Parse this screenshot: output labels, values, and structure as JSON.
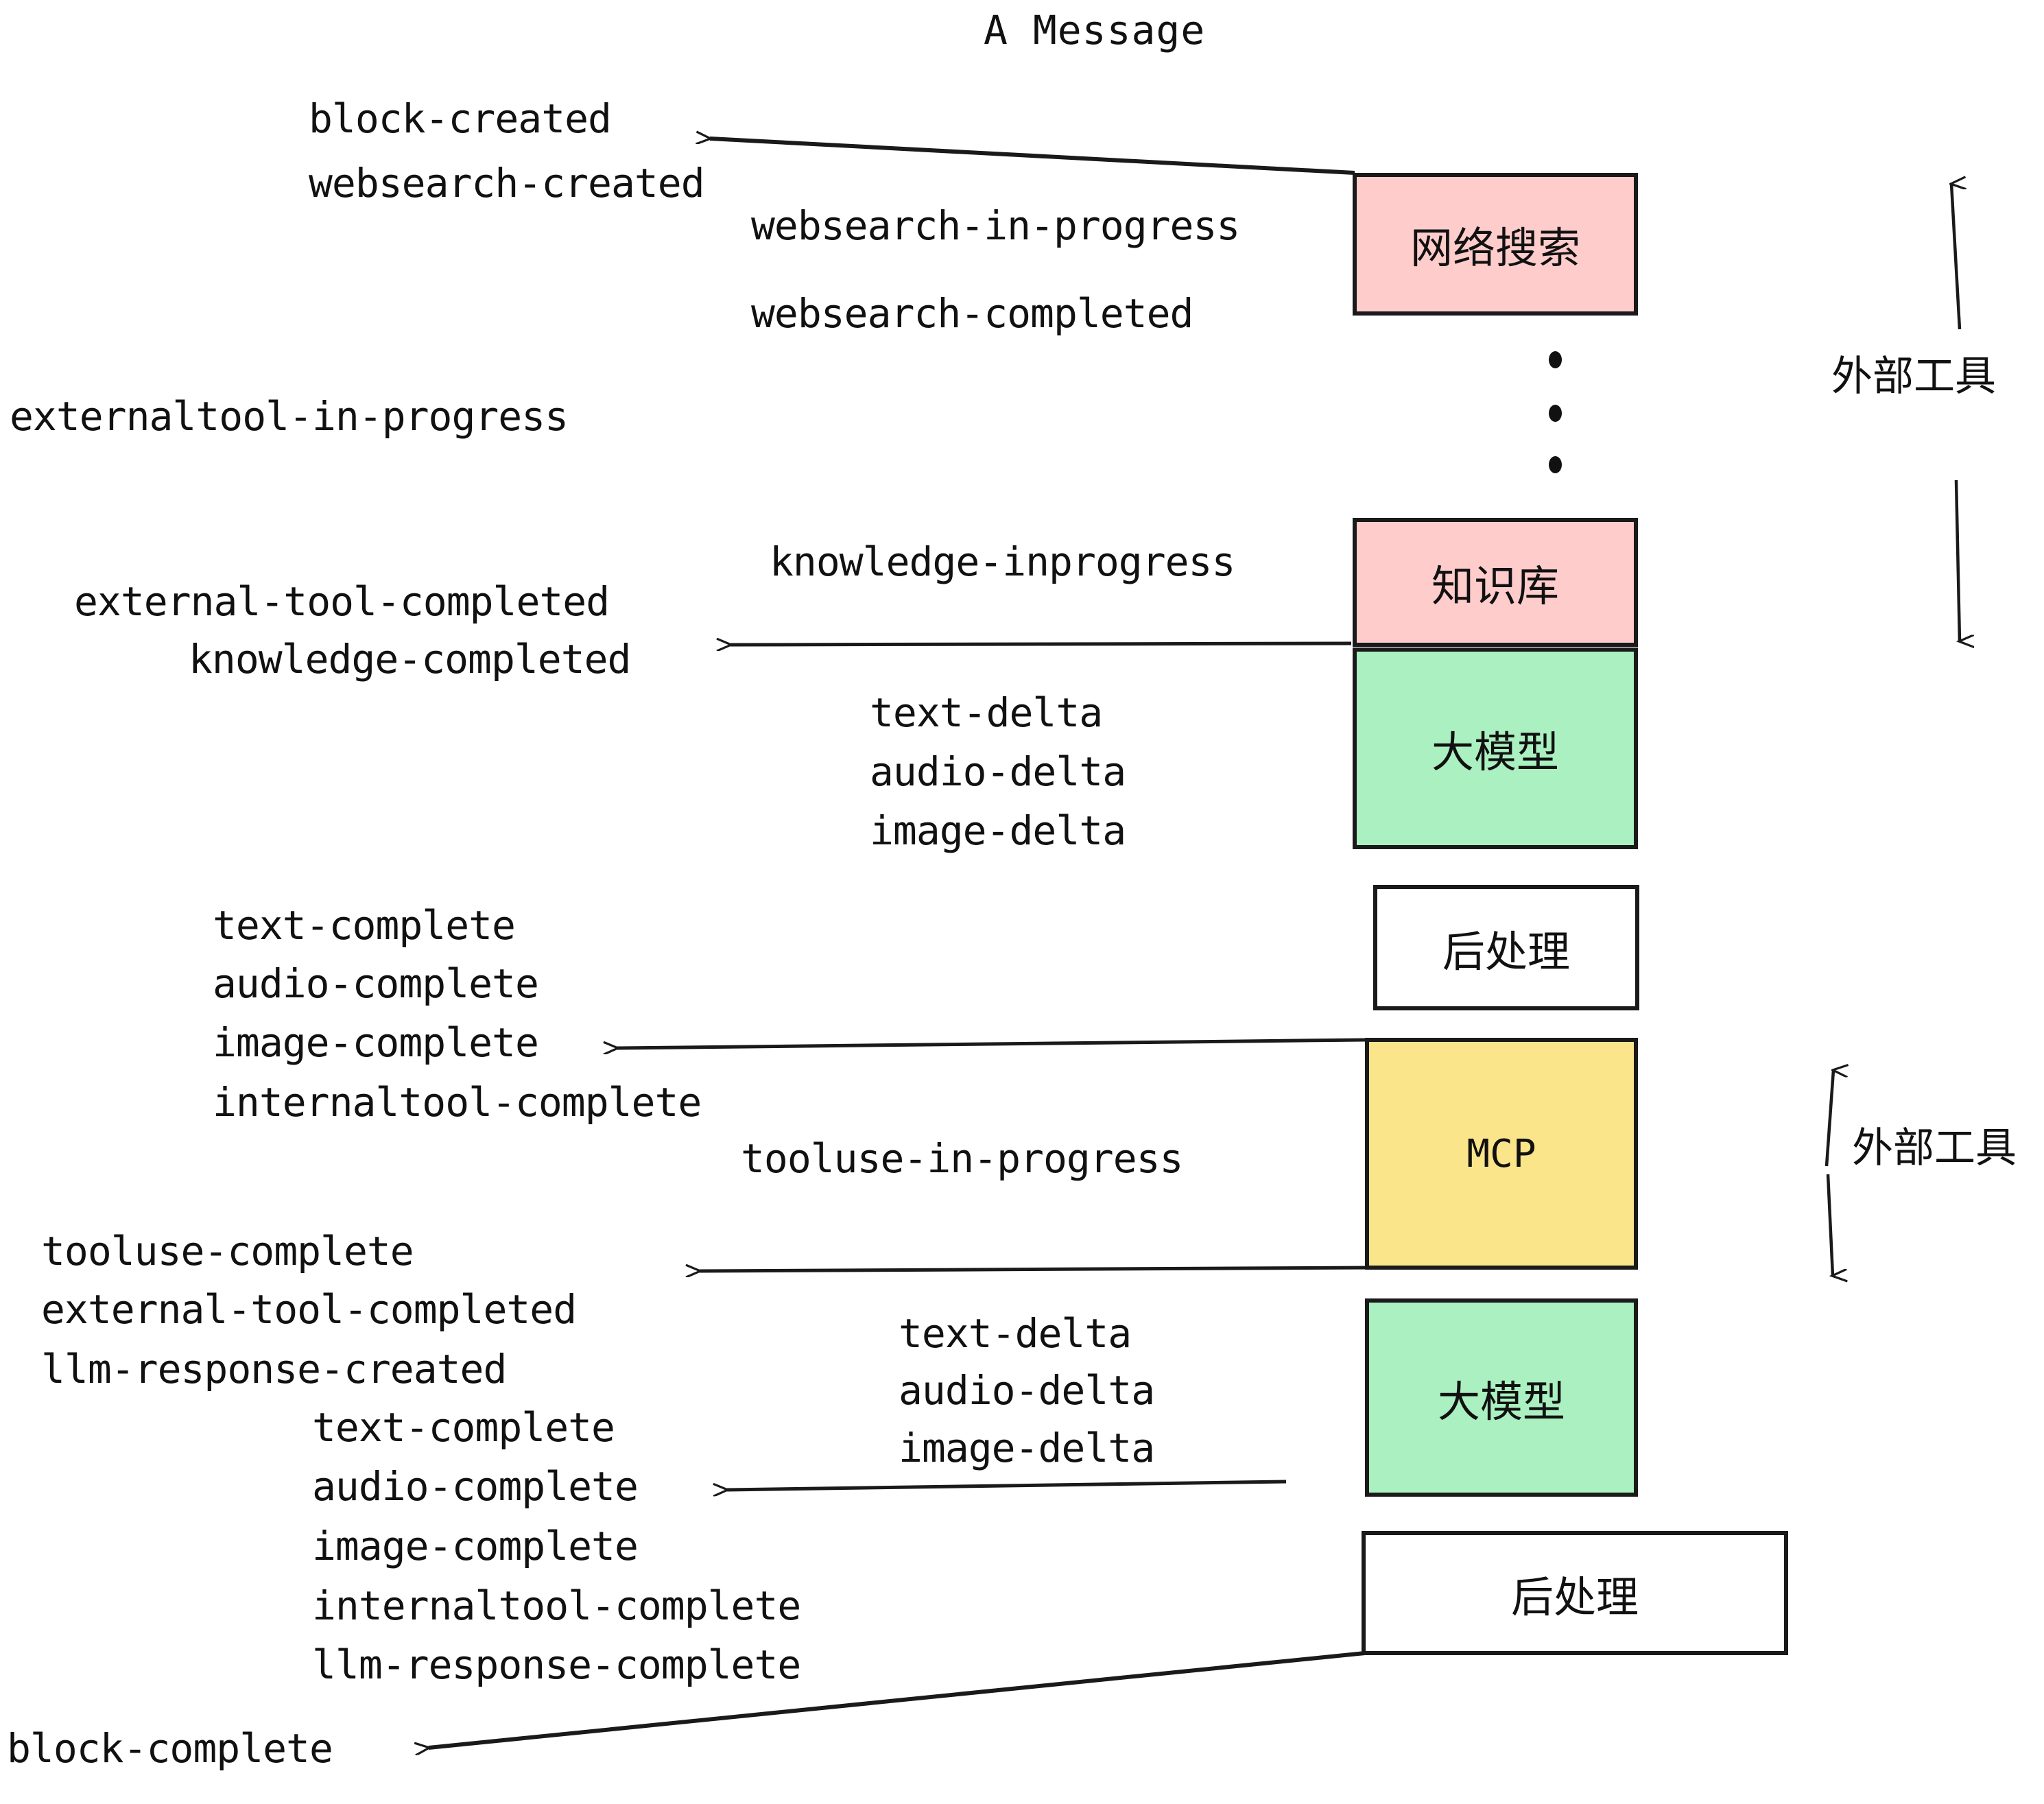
{
  "title": "A Message",
  "colors": {
    "pink": "#FFCCCC",
    "green": "#AAF0C0",
    "yellow": "#FBE58A",
    "white": "#FFFFFF",
    "stroke": "#1A1A1A",
    "text": "#111111"
  },
  "boxes": [
    {
      "id": "websearch",
      "label": "网络搜索",
      "fill": "#FFCCCC"
    },
    {
      "id": "knowledge",
      "label": "知识库",
      "fill": "#FFCCCC"
    },
    {
      "id": "llm-1",
      "label": "大模型",
      "fill": "#AAF0C0"
    },
    {
      "id": "postprocess-1",
      "label": "后处理",
      "fill": "#FFFFFF"
    },
    {
      "id": "mcp",
      "label": "MCP",
      "fill": "#FBE58A"
    },
    {
      "id": "llm-2",
      "label": "大模型",
      "fill": "#AAF0C0"
    },
    {
      "id": "postprocess-2",
      "label": "后处理",
      "fill": "#FFFFFF"
    }
  ],
  "side_labels": [
    {
      "id": "external-tools-top",
      "label": "外部工具"
    },
    {
      "id": "external-tools-bottom",
      "label": "外部工具"
    }
  ],
  "events": {
    "block_created": "block-created",
    "websearch_created": "websearch-created",
    "websearch_in_progress": "websearch-in-progress",
    "websearch_completed": "websearch-completed",
    "externaltool_in_progress": "externaltool-in-progress",
    "knowledge_inprogress": "knowledge-inprogress",
    "external_tool_completed_1": "external-tool-completed",
    "knowledge_completed": "knowledge-completed",
    "text_delta_1": "text-delta",
    "audio_delta_1": "audio-delta",
    "image_delta_1": "image-delta",
    "text_complete_1": "text-complete",
    "audio_complete_1": "audio-complete",
    "image_complete_1": "image-complete",
    "internaltool_complete_1": "internaltool-complete",
    "tooluse_in_progress": "tooluse-in-progress",
    "tooluse_complete": "tooluse-complete",
    "external_tool_completed_2": "external-tool-completed",
    "llm_response_created": "llm-response-created",
    "text_delta_2": "text-delta",
    "audio_delta_2": "audio-delta",
    "image_delta_2": "image-delta",
    "text_complete_2": "text-complete",
    "audio_complete_2": "audio-complete",
    "image_complete_2": "image-complete",
    "internaltool_complete_2": "internaltool-complete",
    "llm_response_complete": "llm-response-complete",
    "block_complete": "block-complete"
  }
}
